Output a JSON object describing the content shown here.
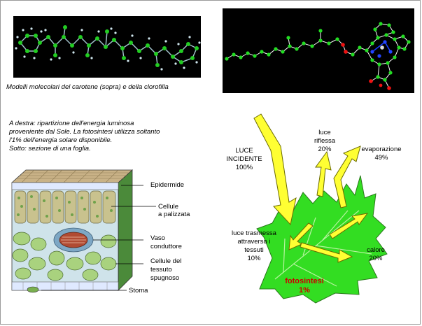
{
  "caption_molecules": "Modelli molecolari del carotene (sopra) e della clorofilla",
  "caption_energy": [
    "A destra: ripartizione dell'energia luminosa",
    "proveniente dal Sole. La fotosintesi utilizza soltanto",
    "l'1% dell'energia solare disponibile.",
    "Sotto: sezione di una foglia."
  ],
  "leaf_section": {
    "epidermide": "Epidermide",
    "palizzata": [
      "Cellule",
      "a palizzata"
    ],
    "vaso": [
      "Vaso",
      "conduttore"
    ],
    "spugnoso": [
      "Cellule del",
      "tessuto",
      "spugnoso"
    ],
    "stoma": "Stoma"
  },
  "energy": {
    "incidente": [
      "LUCE",
      "INCIDENTE",
      "100%"
    ],
    "riflessa": [
      "luce",
      "riflessa",
      "20%"
    ],
    "evaporazione": [
      "evaporazione",
      "49%"
    ],
    "trasmessa": [
      "luce trasmessa",
      "attraverso i",
      "tessuti",
      "10%"
    ],
    "calore": [
      "calore",
      "20%"
    ],
    "fotosintesi": [
      "fotosintesi",
      "1%"
    ]
  },
  "colors": {
    "leaf": "#33dd22",
    "arrow": "#ffff33",
    "atom": "#22dd22",
    "bond": "#ffffff",
    "red": "#cc0000"
  }
}
